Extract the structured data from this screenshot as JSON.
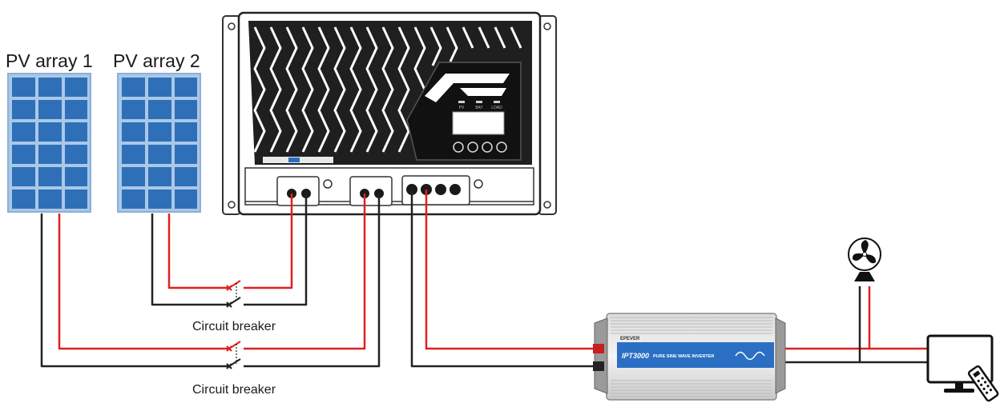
{
  "labels": {
    "pv_array_1": "PV array 1",
    "pv_array_2": "PV array 2",
    "breaker_1": "Circuit breaker",
    "breaker_2": "Circuit breaker"
  },
  "controller": {
    "screen_lines": [
      "PV",
      "BAT",
      "LOAD"
    ]
  },
  "inverter": {
    "brand": "EPEVER",
    "model": "IPT3000",
    "tagline": "PURE SINE WAVE INVERTER"
  },
  "colors": {
    "positive_wire": "#e02020",
    "negative_wire": "#222222",
    "panel_cell": "#2f6fb8",
    "panel_frame": "#9fc0e2",
    "inverter_band": "#2a6fc4"
  }
}
